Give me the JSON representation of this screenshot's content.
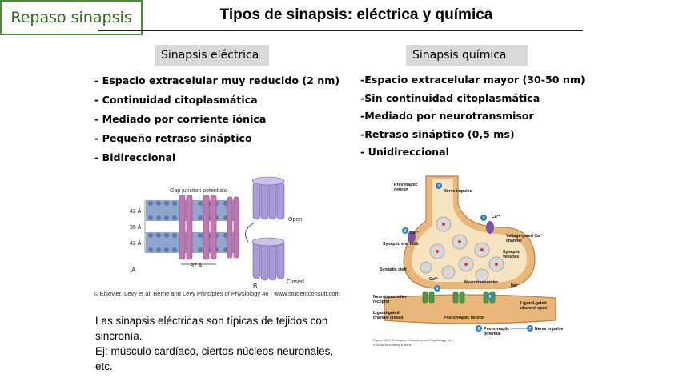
{
  "header": {
    "tag_label": "Repaso sinapsis",
    "title": "Tipos de sinapsis: eléctrica y química"
  },
  "electrical": {
    "heading": "Sinapsis eléctrica",
    "items": [
      "- Espacio extracelular muy reducido (2 nm)",
      "- Continuidad citoplasmática",
      "- Mediado por corriente iónica",
      "- Pequeño retraso sináptico",
      "- Bidireccional"
    ],
    "figure": {
      "title": "Gap junction potentials",
      "dim_top": "42 Å",
      "dim_mid": "35 Å",
      "dim_bottom": "42 Å",
      "width_label": "87 Å",
      "panel_a": "A",
      "panel_b": "B",
      "open_label": "Open",
      "closed_label": "Closed",
      "credit": "© Elsevier. Levy et al: Berne and Levy Principles of Physiology 4e - www.studentconsult.com"
    },
    "note_lines": [
      "Las sinapsis eléctricas son típicas de tejidos con",
      "sincronía.",
      "Ej: músculo cardíaco, ciertos núcleos neuronales,",
      "etc."
    ]
  },
  "chemical": {
    "heading": "Sinapsis química",
    "items": [
      "-Espacio extracelular mayor (30-50 nm)",
      "-Sin continuidad citoplasmática",
      "-Mediado por neurotransmisor",
      "-Retraso sináptico (0,5 ms)",
      "- Unidireccional"
    ],
    "figure": {
      "presynaptic": "Presynaptic",
      "presynaptic2": "neuron",
      "nerve_impulse": "Nerve impulse",
      "ca_left": "Ca²⁺",
      "ca_right": "Ca²⁺",
      "vg_channel": "Voltage-gated Ca²⁺",
      "vg_channel2": "channel",
      "end_bulb": "Synaptic end bulb",
      "vesicles": "Synaptic",
      "vesicles2": "vesicles",
      "cleft": "Synaptic cleft",
      "ca_cleft": "Ca²⁺",
      "neurotransmitter": "Neurotransmitter",
      "na": "Na⁺",
      "receptor": "Neurotransmitter",
      "receptor2": "receptor",
      "lg_closed": "Ligand-gated",
      "lg_closed2": "channel closed",
      "lg_open": "Ligand-gated",
      "lg_open2": "channel open",
      "postsynaptic": "Postsynaptic neuron",
      "post_potential": "Postsynaptic",
      "post_potential2": "potential",
      "nerve_impulse_out": "Nerve impulse",
      "caption": "Figure 12-17 Principles of Anatomy and Physiology, 11/e",
      "caption2": "© 2006 John Wiley & Sons",
      "steps": [
        "1",
        "2",
        "3",
        "4",
        "5",
        "6",
        "7"
      ]
    }
  },
  "colors": {
    "tag_border": "#4f8a3a",
    "tag_text": "#2e6a1e",
    "heading_box": "#d9d9d9",
    "membrane_blue": "#8fa6cf",
    "connexon_pink": "#c277b1",
    "connexon_purple": "#a79ad6",
    "neuron_tan": "#e9b77a",
    "step_blue": "#2f7fc6"
  }
}
